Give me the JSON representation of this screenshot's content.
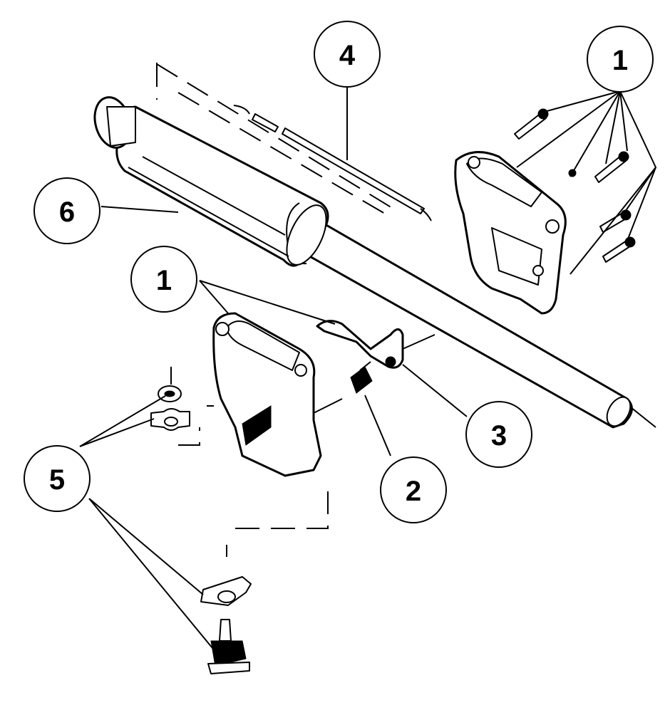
{
  "callouts": {
    "c1_top": "1",
    "c1_mid": "1",
    "c2": "2",
    "c3": "3",
    "c4": "4",
    "c5": "5",
    "c6": "6"
  },
  "colors": {
    "ink": "#000000",
    "paper": "#ffffff"
  }
}
